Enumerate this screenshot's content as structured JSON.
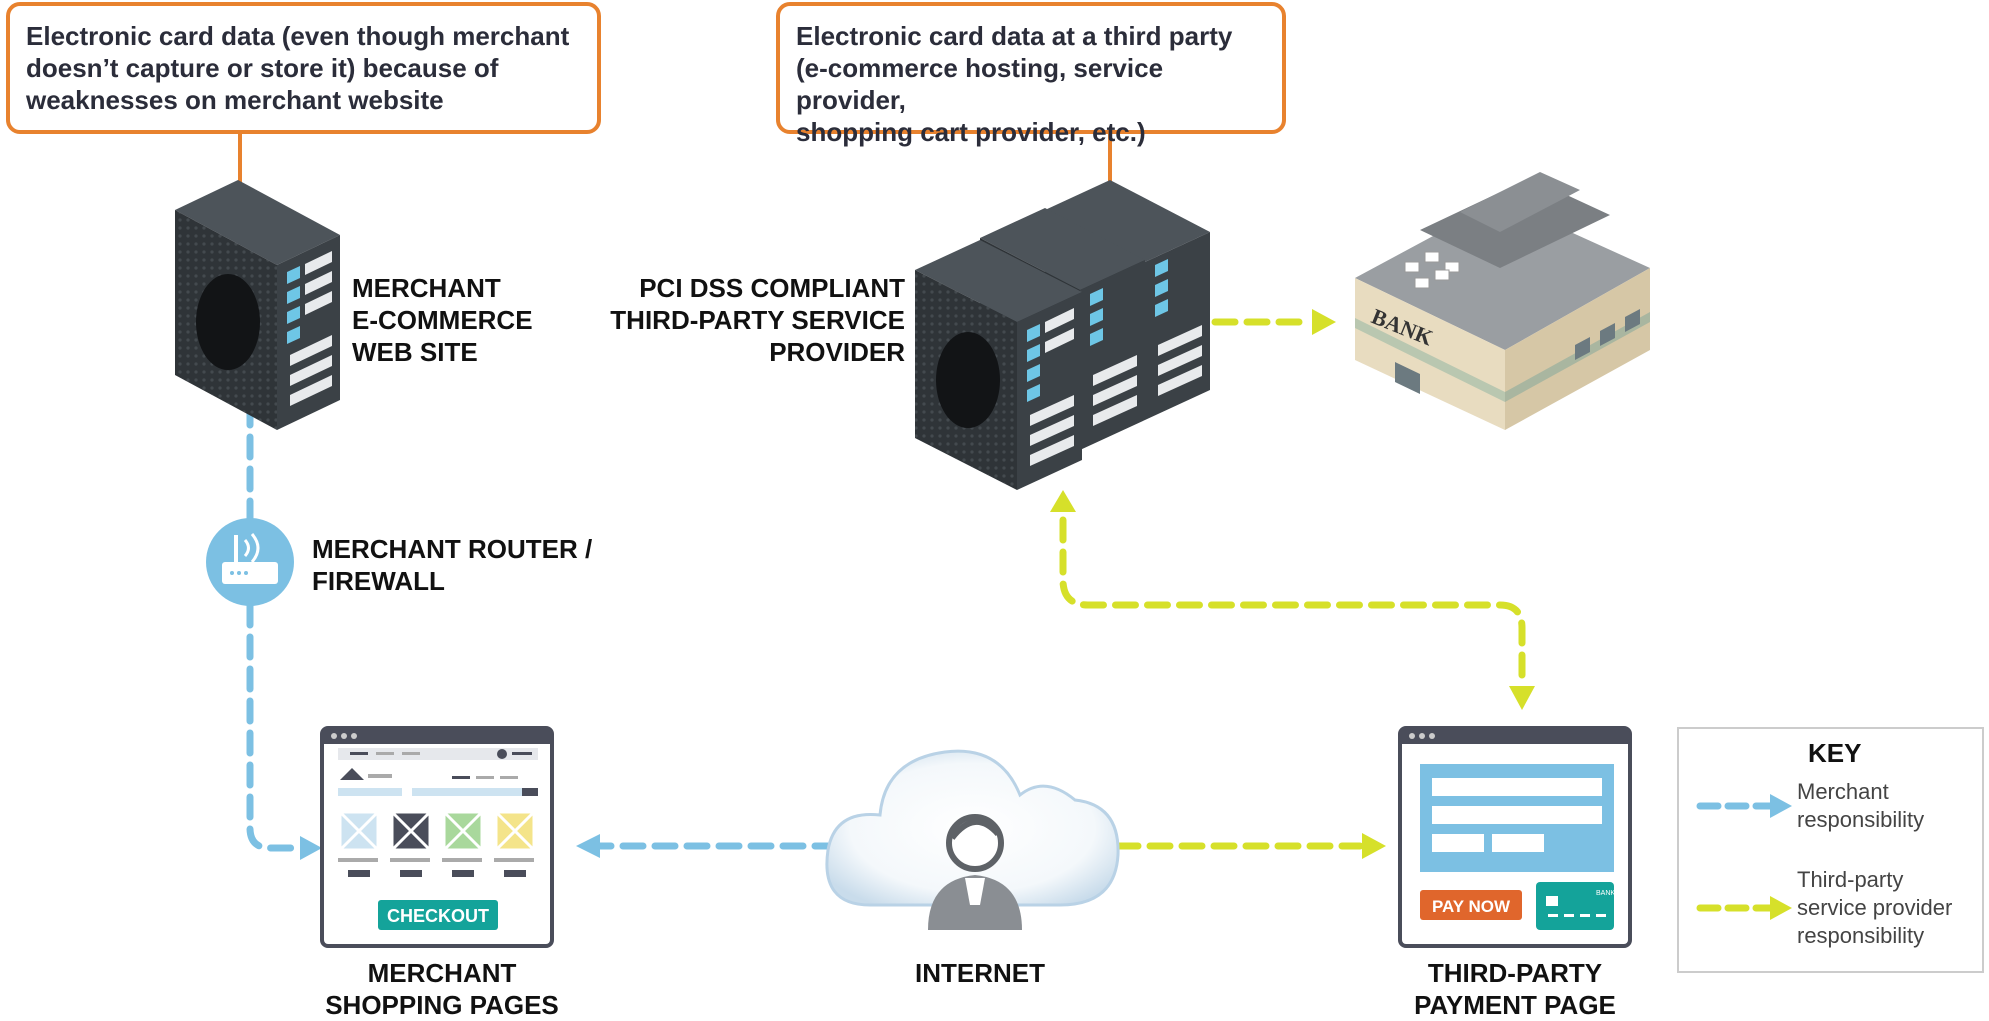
{
  "callouts": {
    "merchant": [
      "Electronic card data (even though merchant",
      "doesn’t capture or store it) because of",
      "weaknesses on merchant website"
    ],
    "third_party": [
      "Electronic card data at a third party",
      "(e-commerce hosting, service provider,",
      "shopping cart provider, etc.)"
    ]
  },
  "labels": {
    "merchant_site": [
      "MERCHANT",
      "E-COMMERCE",
      "WEB SITE"
    ],
    "provider": [
      "PCI DSS COMPLIANT",
      "THIRD-PARTY SERVICE",
      "PROVIDER"
    ],
    "router": [
      "MERCHANT ROUTER /",
      "FIREWALL"
    ],
    "shopping": [
      "MERCHANT",
      "SHOPPING PAGES"
    ],
    "internet": "INTERNET",
    "payment": [
      "THIRD-PARTY",
      "PAYMENT PAGE"
    ]
  },
  "bank_sign": "BANK",
  "checkout_label": "CHECKOUT",
  "paynow_label": "PAY NOW",
  "card_bank_label": "BANK",
  "key": {
    "title": "KEY",
    "merchant": [
      "Merchant",
      "responsibility"
    ],
    "third_party": [
      "Third-party",
      "service provider",
      "responsibility"
    ]
  },
  "colors": {
    "orange": "#e8822e",
    "merchant_line": "#7cc0e3",
    "third_party_line": "#d6e02a",
    "server_dark": "#2f3438",
    "teal": "#14a39a",
    "paynow": "#e0662c"
  }
}
